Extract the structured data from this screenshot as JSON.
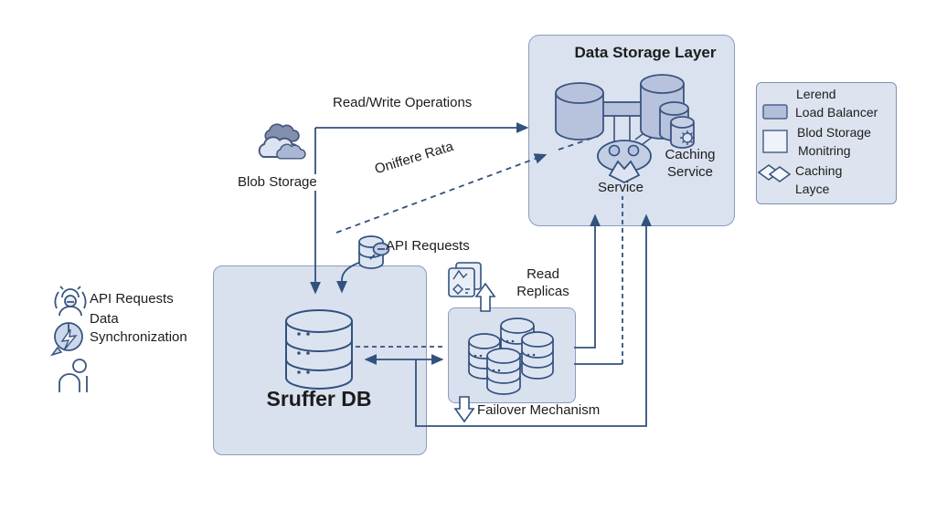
{
  "colors": {
    "background": "#ffffff",
    "line": "#31517e",
    "box_fill": "#d9e1ee",
    "box_border": "#8b9dbd",
    "shape_fill_dark": "#b7c2dc",
    "shape_fill_light": "#dde4f1",
    "text": "#1c1c1c"
  },
  "nodes": {
    "data_storage_layer": {
      "title": "Data Storage Layer",
      "service_label": "Service",
      "caching_label_line1": "Caching",
      "caching_label_line2": "Service"
    },
    "sruffer_db": {
      "title": "Sruffer DB"
    },
    "read_replicas": {
      "line1": "Read",
      "line2": "Replicas"
    }
  },
  "edge_labels": {
    "read_write": "Read/Write Operations",
    "oniffere": "Oniffere Rata",
    "api_requests": "API Requests",
    "failover": "Failover Mechanism"
  },
  "annotations": {
    "blob_storage": "Blob Storage",
    "left_api": "API Requests",
    "left_data": "Data",
    "left_sync": "Synchronization"
  },
  "legend": {
    "title": "Lerend",
    "items": [
      {
        "swatch": "filled-rect",
        "lines": [
          "Load Balancer"
        ]
      },
      {
        "swatch": "outline-rect",
        "lines": [
          "Blod Storage",
          "Monitring"
        ]
      },
      {
        "swatch": "double-diamond",
        "lines": [
          "Caching",
          "Layce"
        ]
      }
    ]
  },
  "icons": {
    "blob_storage_icon": "cloud-stack",
    "api_db_icon": "database-chat-bubble",
    "replica_docs_icon": "documents-sync",
    "support_icon": "person-headset",
    "sync_icon": "circle-bolt-bubble",
    "person_icon": "person-outline",
    "mask_icon": "owl-mask",
    "gear_icon": "gear",
    "db_cylinder_icon": "database-cylinder",
    "replica_cluster_icon": "cylinder-group",
    "up_arrow_icon": "hollow-up-arrow",
    "down_arrow_icon": "hollow-down-arrow"
  }
}
